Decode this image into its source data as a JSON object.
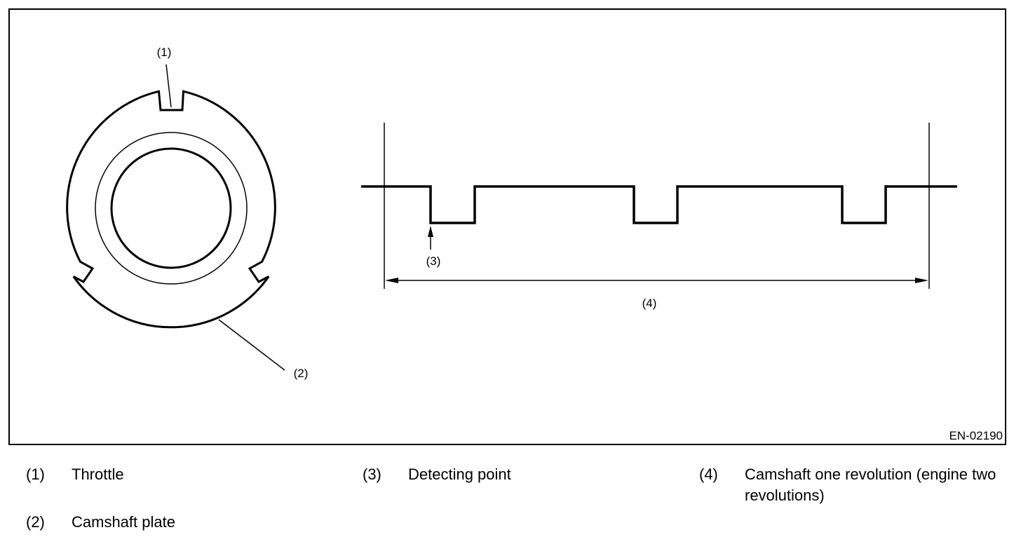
{
  "figure": {
    "code": "EN-02190",
    "callouts": {
      "throttle": "(1)",
      "camshaft_plate": "(2)",
      "detecting_point": "(3)",
      "one_revolution": "(4)"
    }
  },
  "legend": [
    {
      "num": "(1)",
      "text": "Throttle"
    },
    {
      "num": "(2)",
      "text": "Camshaft plate"
    },
    {
      "num": "(3)",
      "text": "Detecting point"
    },
    {
      "num": "(4)",
      "text": "Camshaft one revolution (engine two revolutions)"
    }
  ]
}
